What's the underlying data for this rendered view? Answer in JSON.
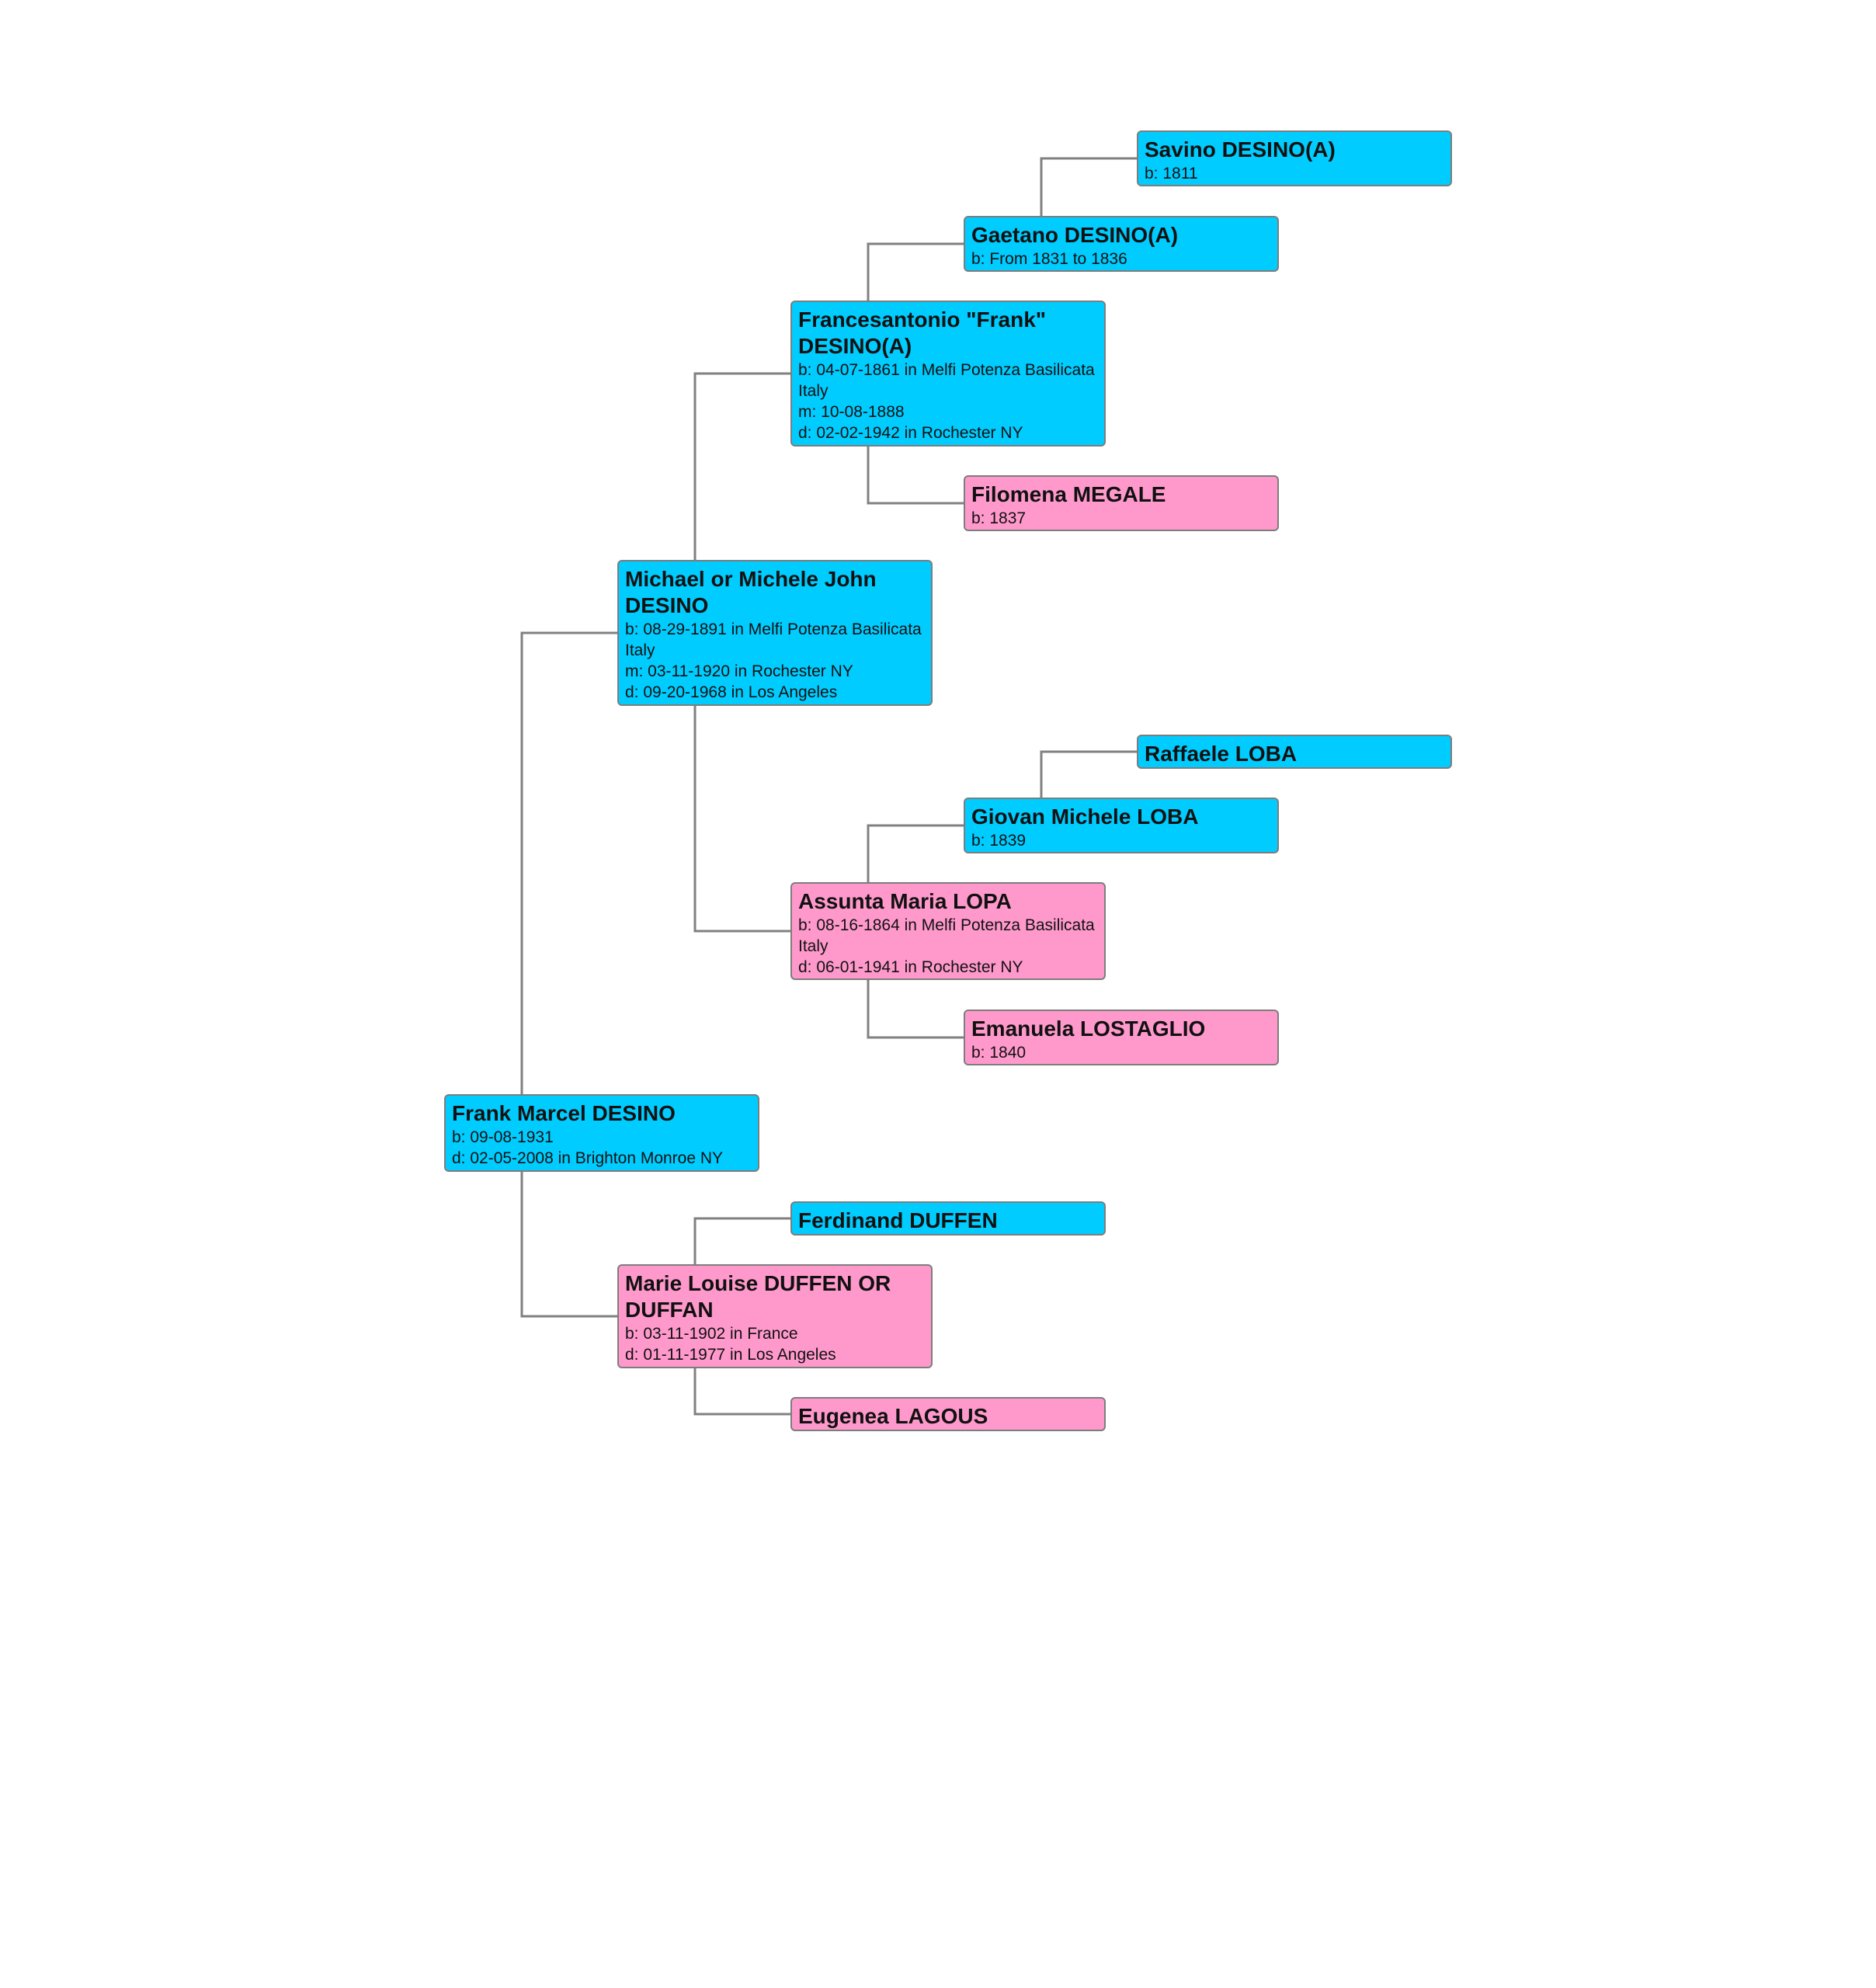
{
  "colors": {
    "male": "#00ccff",
    "female": "#ff99cc",
    "line": "#808080",
    "background": "#ffffff"
  },
  "people": {
    "savino": {
      "name": "Savino DESINO(A)",
      "gender": "male",
      "details": [
        "b: 1811"
      ]
    },
    "gaetano": {
      "name": "Gaetano DESINO(A)",
      "gender": "male",
      "details": [
        "b: From 1831 to 1836"
      ]
    },
    "francesantonio": {
      "name": "Francesantonio \"Frank\" DESINO(A)",
      "gender": "male",
      "details": [
        "b: 04-07-1861 in Melfi Potenza Basilicata Italy",
        "m: 10-08-1888",
        "d: 02-02-1942 in Rochester NY"
      ]
    },
    "filomena": {
      "name": "Filomena MEGALE",
      "gender": "female",
      "details": [
        "b: 1837"
      ]
    },
    "michael": {
      "name": "Michael or Michele John DESINO",
      "gender": "male",
      "details": [
        "b: 08-29-1891 in Melfi Potenza Basilicata Italy",
        "m: 03-11-1920 in Rochester NY",
        "d: 09-20-1968 in Los Angeles"
      ]
    },
    "raffaele": {
      "name": "Raffaele LOBA",
      "gender": "male",
      "details": []
    },
    "giovan": {
      "name": "Giovan Michele LOBA",
      "gender": "male",
      "details": [
        "b: 1839"
      ]
    },
    "assunta": {
      "name": "Assunta Maria LOPA",
      "gender": "female",
      "details": [
        "b: 08-16-1864 in Melfi Potenza Basilicata Italy",
        "d: 06-01-1941 in Rochester NY"
      ]
    },
    "emanuela": {
      "name": "Emanuela LOSTAGLIO",
      "gender": "female",
      "details": [
        "b: 1840"
      ]
    },
    "frank": {
      "name": "Frank Marcel DESINO",
      "gender": "male",
      "details": [
        "b: 09-08-1931",
        "d: 02-05-2008 in Brighton Monroe NY"
      ]
    },
    "ferdinand": {
      "name": "Ferdinand DUFFEN",
      "gender": "male",
      "details": []
    },
    "marie": {
      "name": "Marie Louise DUFFEN OR DUFFAN",
      "gender": "female",
      "details": [
        "b: 03-11-1902 in France",
        "d: 01-11-1977 in Los Angeles"
      ]
    },
    "eugenea": {
      "name": "Eugenea LAGOUS",
      "gender": "female",
      "details": []
    }
  },
  "relations": [
    {
      "child": "frank",
      "father": "michael",
      "mother": "marie"
    },
    {
      "child": "michael",
      "father": "francesantonio",
      "mother": "assunta"
    },
    {
      "child": "francesantonio",
      "father": "gaetano",
      "mother": "filomena"
    },
    {
      "child": "gaetano",
      "father": "savino"
    },
    {
      "child": "assunta",
      "father": "giovan",
      "mother": "emanuela"
    },
    {
      "child": "giovan",
      "father": "raffaele"
    },
    {
      "child": "marie",
      "father": "ferdinand",
      "mother": "eugenea"
    }
  ]
}
